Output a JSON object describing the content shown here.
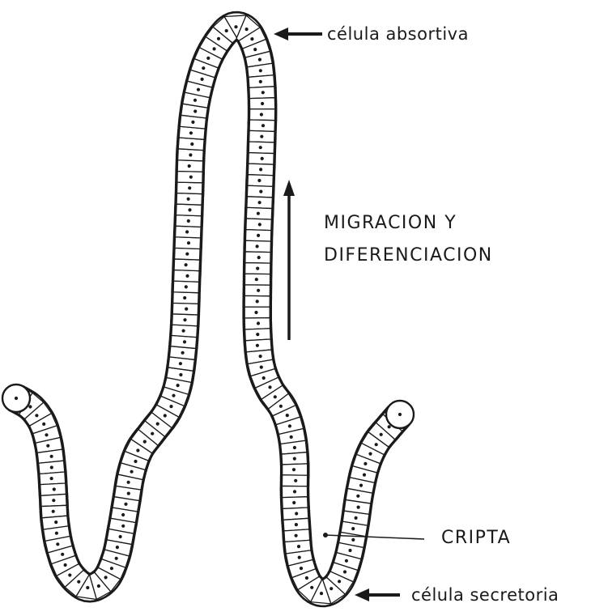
{
  "labels": {
    "celula_absortiva": "célula absortiva",
    "migracion_line1": "MIGRACION  Y",
    "migracion_line2": "DIFERENCIACION",
    "cripta": "CRIPTA",
    "celula_secretoria": "célula secretoria"
  },
  "colors": {
    "ink": "#1a1a1a",
    "cell_fill": "#ffffff",
    "background": "#ffffff"
  }
}
